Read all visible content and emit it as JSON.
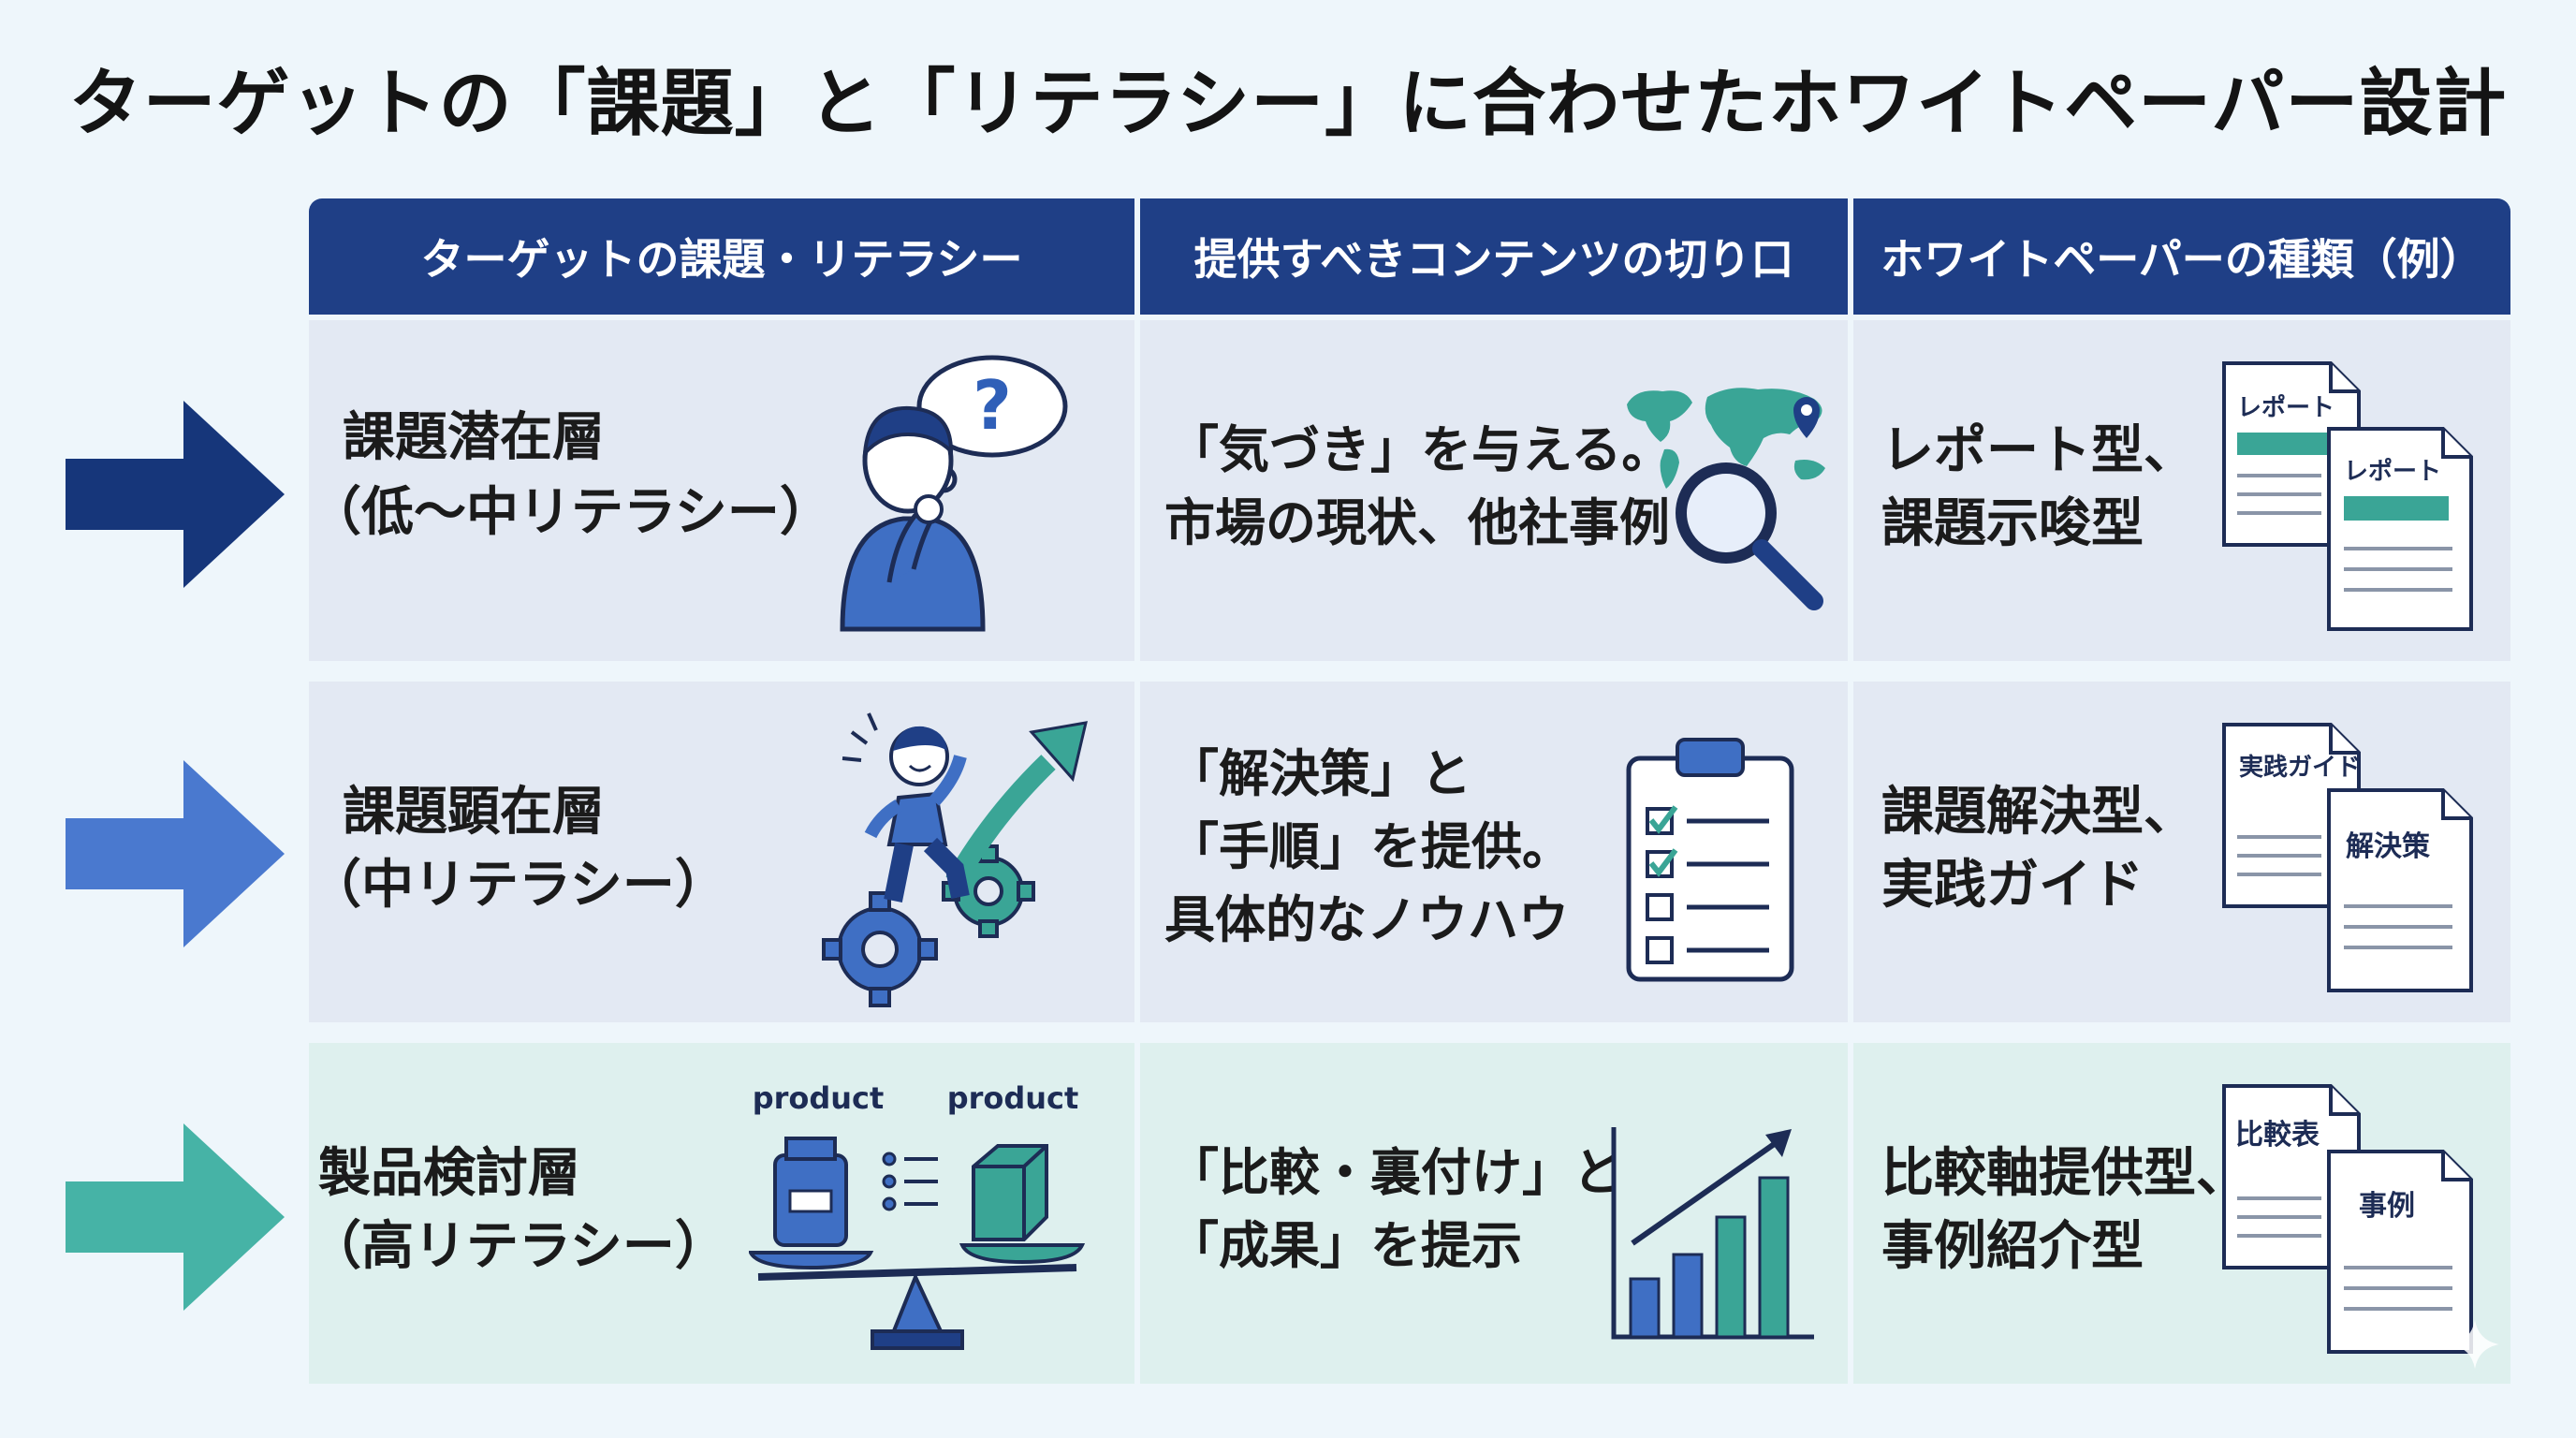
{
  "title": "ターゲットの「課題」と「リテラシー」に合わせたホワイトペーパー設計",
  "header": {
    "col1": "ターゲットの課題・リテラシー",
    "col2": "提供すべきコンテンツの切り口",
    "col3": "ホワイトペーパーの種類（例）"
  },
  "rows": [
    {
      "segment_line1": "課題潜在層",
      "segment_line2": "（低〜中リテラシー）",
      "content_line1": "「気づき」を与える。",
      "content_line2": "市場の現状、他社事例",
      "content_line3": "",
      "type_line1": "レポート型、",
      "type_line2": "課題示唆型",
      "doc_label_back": "レポート",
      "doc_label_front": "レポート",
      "arrow_color": "#16367a"
    },
    {
      "segment_line1": "課題顕在層",
      "segment_line2": "（中リテラシー）",
      "content_line1": "「解決策」と",
      "content_line2": "「手順」を提供。",
      "content_line3": "具体的なノウハウ",
      "type_line1": "課題解決型、",
      "type_line2": "実践ガイド",
      "doc_label_back": "実践ガイド",
      "doc_label_front": "解決策",
      "arrow_color": "#4a79cf"
    },
    {
      "segment_line1": "製品検討層",
      "segment_line2": "（高リテラシー）",
      "content_line1": "「比較・裏付け」と",
      "content_line2": "「成果」を提示",
      "content_line3": "",
      "type_line1": "比較軸提供型、",
      "type_line2": "事例紹介型",
      "doc_label_back": "比較表",
      "doc_label_front": "事例",
      "arrow_color": "#46b3a6"
    }
  ],
  "scale_labels": {
    "left": "product",
    "right": "product"
  },
  "colors": {
    "navy": "#1f3f86",
    "blue": "#3f6fc4",
    "teal": "#3aa596",
    "row_bg": "#e3e9f3",
    "row_bg_teal": "#def0ee",
    "page_bg": "#eef6fb"
  },
  "icons": [
    "thinking-person-icon",
    "world-map-icon",
    "magnifier-icon",
    "person-climbing-gears-icon",
    "growth-arrow-icon",
    "checklist-clipboard-icon",
    "balance-scale-icon",
    "bar-chart-icon",
    "document-stack-icon"
  ]
}
